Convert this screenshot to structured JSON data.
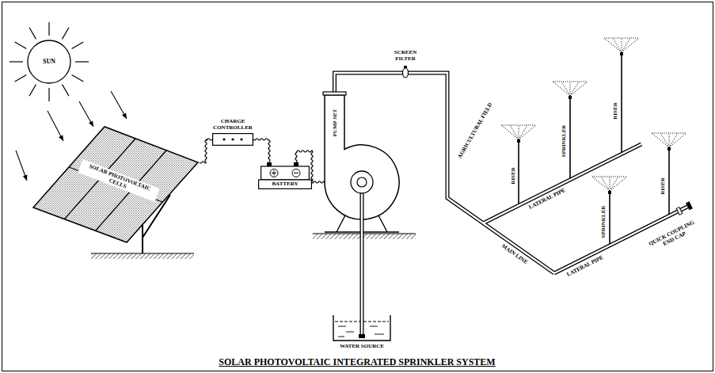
{
  "diagram": {
    "title": "SOLAR PHOTOVOLTAIC INTEGRATED SPRINKLER SYSTEM",
    "nodes": [
      {
        "text": [
          "SUN"
        ]
      },
      {
        "text": [
          "SOLAR PHOTOVOLTAIC CELLS"
        ]
      },
      {
        "text": [
          "CHARGE CONTROLLER"
        ]
      },
      {
        "text": [
          "BATTERY"
        ]
      },
      {
        "text": [
          "PUMP SET"
        ]
      },
      {
        "text": [
          "WATER SOURCE"
        ]
      }
    ],
    "edges": [
      {
        "from": 1,
        "to": 2,
        "arrow": "none"
      },
      {
        "from": 2,
        "to": 3,
        "arrow": "none"
      },
      {
        "from": 3,
        "to": 4,
        "arrow": "none"
      },
      {
        "from": 5,
        "to": 4,
        "arrow": "none"
      }
    ],
    "labels": [
      "SCREEN FILTER",
      "AGRICULTURAL FIELD",
      "MAIN LINE",
      "LATERAL PIPE",
      "LATERAL PIPE",
      "RISER",
      "SPRINKLER",
      "RISER",
      "SPRINKLER",
      "RISER",
      "QUICK COUPLING END CAP"
    ]
  }
}
